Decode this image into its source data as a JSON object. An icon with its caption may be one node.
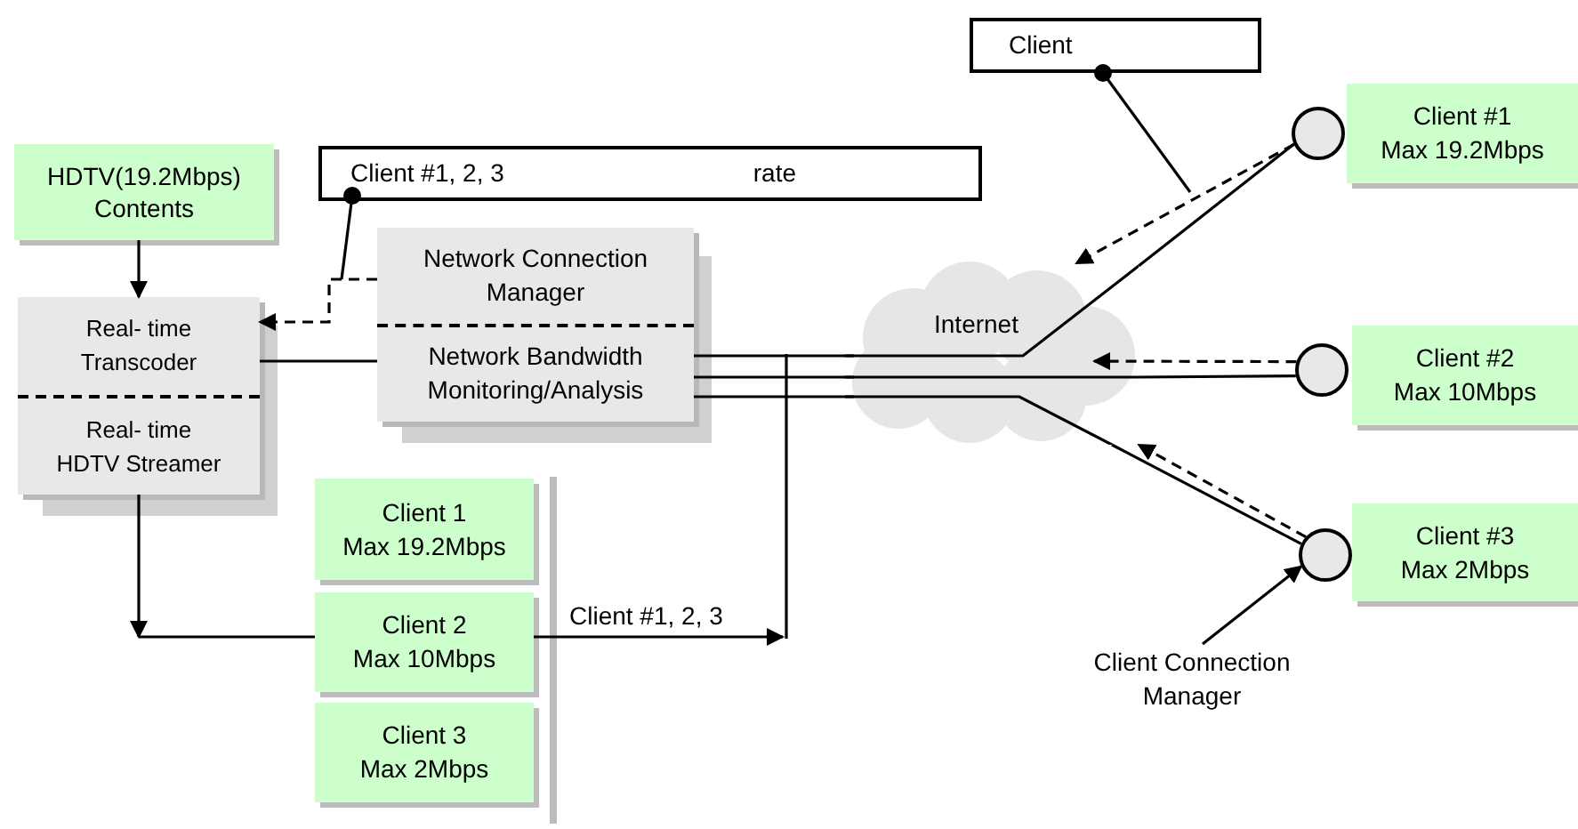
{
  "diagram": {
    "nodes": [
      {
        "text": [
          "HDTV(19.2Mbps) Contents"
        ]
      },
      {
        "text": [
          "Real- time Transcoder",
          "Real- time HDTV Streamer"
        ]
      },
      {
        "text": [
          "Client #1, 2, 3",
          "rate"
        ]
      },
      {
        "text": [
          "Network Connection Manager",
          "Network Bandwidth Monitoring/Analysis"
        ]
      },
      {
        "text": [
          "Client"
        ]
      },
      {
        "text": [
          "Internet"
        ]
      },
      {
        "text": [],
        "shape": "circle"
      },
      {
        "text": [
          "Client #1 Max 19.2Mbps"
        ]
      },
      {
        "text": [],
        "shape": "circle"
      },
      {
        "text": [
          "Client #2 Max 10Mbps"
        ]
      },
      {
        "text": [],
        "shape": "circle"
      },
      {
        "text": [
          "Client #3 Max 2Mbps"
        ]
      },
      {
        "text": [
          "Client 1 Max 19.2Mbps"
        ]
      },
      {
        "text": [
          "Client 2 Max 10Mbps"
        ]
      },
      {
        "text": [
          "Client 3 Max 2Mbps"
        ]
      },
      {
        "text": [
          "Client Connection Manager"
        ]
      }
    ],
    "edges": [
      {
        "from": 0,
        "to": 1,
        "arrow": "to"
      },
      {
        "from": 1,
        "to": null,
        "arrow": "to"
      },
      {
        "from": null,
        "to": 13,
        "arrow": "none"
      },
      {
        "from": 13,
        "to": null,
        "arrow": "to",
        "label": "Client #1, 2, 3"
      },
      {
        "from": 1,
        "to": 3,
        "arrow": "none"
      },
      {
        "from": 3,
        "to": 1,
        "arrow": "to",
        "style": "dashed"
      },
      {
        "from": 2,
        "to": null,
        "arrow": "other"
      },
      {
        "from": 3,
        "to": 5,
        "arrow": "none"
      },
      {
        "from": 3,
        "to": 5,
        "arrow": "none"
      },
      {
        "from": 3,
        "to": 5,
        "arrow": "none"
      },
      {
        "from": 5,
        "to": 6,
        "arrow": "none"
      },
      {
        "from": 5,
        "to": 8,
        "arrow": "none"
      },
      {
        "from": 5,
        "to": 10,
        "arrow": "none"
      },
      {
        "from": 6,
        "to": 5,
        "arrow": "to",
        "style": "dashed"
      },
      {
        "from": 8,
        "to": 5,
        "arrow": "to",
        "style": "dashed"
      },
      {
        "from": 10,
        "to": 5,
        "arrow": "to",
        "style": "dashed"
      },
      {
        "from": 4,
        "to": null,
        "arrow": "other"
      },
      {
        "from": 15,
        "to": 10,
        "arrow": "to"
      }
    ]
  }
}
